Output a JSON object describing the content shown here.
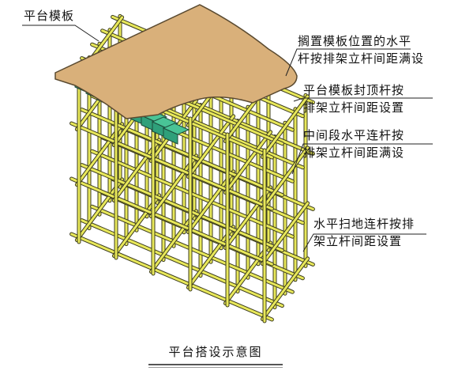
{
  "labels": {
    "platform_formwork": "平台模板",
    "grid_line1": "搁置模板位置的水平",
    "grid_line2": "杆按排架立杆间距满设",
    "top_line1": "平台模板封顶杆按",
    "top_line2": "排架立杆间距设置",
    "mid_line1": "中间段水平连杆按",
    "mid_line2": "排架立杆间距满设",
    "sweep_line1": "水平扫地连杆按排",
    "sweep_line2": "架立杆间距设置"
  },
  "caption": "平台搭设示意图",
  "colors": {
    "formwork": "#d9b07a",
    "formwork_edge": "#5a4a30",
    "pole": "#e8e85a",
    "pole_edge": "#3c3c1e",
    "beam": "#2fa07a",
    "beam_top": "#49c496",
    "beam_edge": "#1c4a3a",
    "leader": "#222222"
  }
}
